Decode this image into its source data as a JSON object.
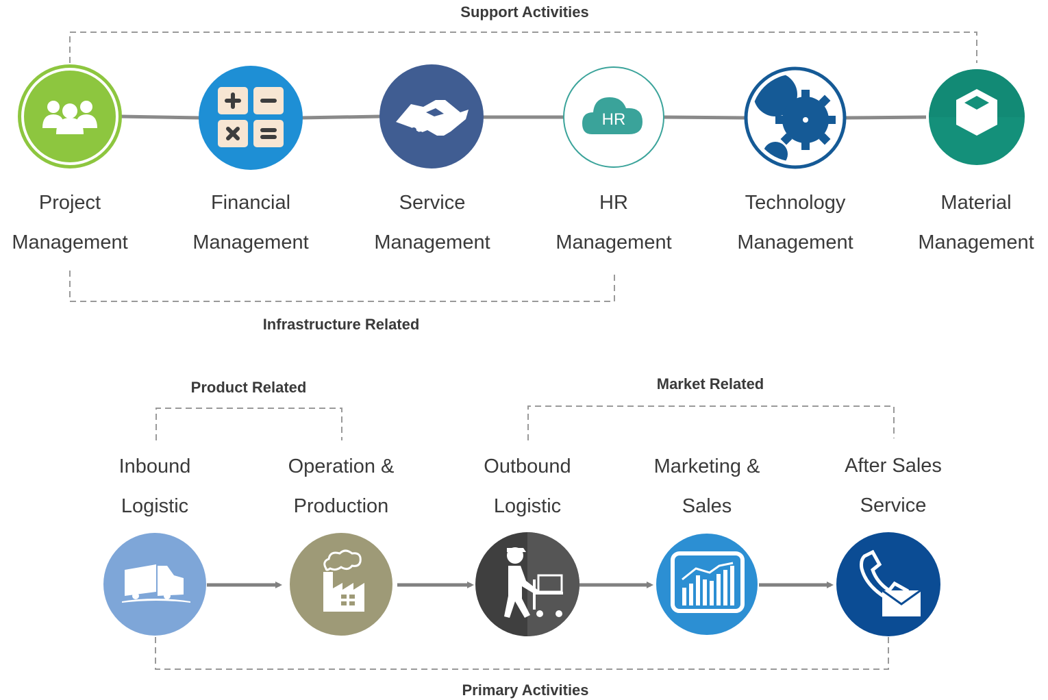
{
  "group_labels": {
    "support": "Support Activities",
    "infrastructure": "Infrastructure Related",
    "product": "Product Related",
    "market": "Market Related",
    "primary": "Primary Activities"
  },
  "support_nodes": [
    {
      "line1": "Project",
      "line2": "Management",
      "icon": "people-icon",
      "color": "#8dc63f"
    },
    {
      "line1": "Financial",
      "line2": "Management",
      "icon": "calculator-icon",
      "color": "#1e8fd5"
    },
    {
      "line1": "Service",
      "line2": "Management",
      "icon": "handshake-icon",
      "color": "#405d92"
    },
    {
      "line1": "HR",
      "line2": "Management",
      "icon": "hr-cloud-icon",
      "color": "#3aa39a"
    },
    {
      "line1": "Technology",
      "line2": "Management",
      "icon": "gears-icon",
      "color": "#155a96"
    },
    {
      "line1": "Material",
      "line2": "Management",
      "icon": "cube-icon",
      "color": "#14907a"
    }
  ],
  "primary_nodes": [
    {
      "line1": "Inbound",
      "line2": "Logistic",
      "icon": "truck-icon",
      "color": "#7ea6d8"
    },
    {
      "line1": "Operation &",
      "line2": "Production",
      "icon": "factory-icon",
      "color": "#9e9a77"
    },
    {
      "line1": "Outbound",
      "line2": "Logistic",
      "icon": "worker-cart-icon",
      "color": "#4a4a4a"
    },
    {
      "line1": "Marketing &",
      "line2": "Sales",
      "icon": "sales-chart-icon",
      "color": "#2c8fd3"
    },
    {
      "line1": "After Sales",
      "line2": "Service",
      "icon": "phone-mail-icon",
      "color": "#0b4c94"
    }
  ]
}
